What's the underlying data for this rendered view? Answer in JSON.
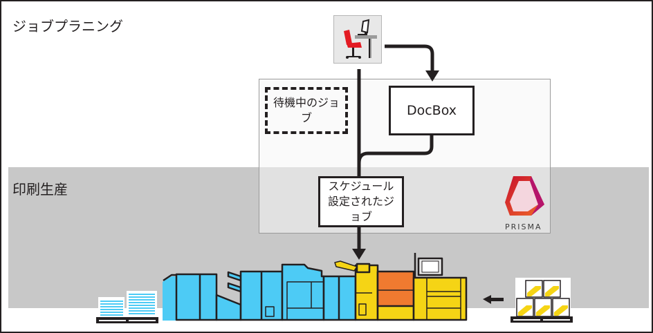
{
  "zones": {
    "planning_label": "ジョブプラニング",
    "production_label": "印刷生産"
  },
  "nodes": {
    "workstation_icon": "workstation-icon",
    "waiting_jobs_label": "待機中のジョブ",
    "docbox_label": "DocBox",
    "scheduled_jobs_label": "スケジュール設定されたジョブ",
    "prisma_logo_text": "PRISMA"
  },
  "icons": {
    "output_pallet": "paper-stacks-pallet-icon",
    "printer_line": "production-printer-icon",
    "input_pallet": "paper-boxes-pallet-icon"
  },
  "colors": {
    "line": "#231f20",
    "band": "#c8c8c8",
    "printer_blue": "#4dcbf5",
    "printer_yellow": "#f5d415",
    "printer_orange": "#f07a30",
    "chair_red": "#e31b23",
    "prisma_red": "#c8102e",
    "prisma_orange": "#f06a28"
  }
}
